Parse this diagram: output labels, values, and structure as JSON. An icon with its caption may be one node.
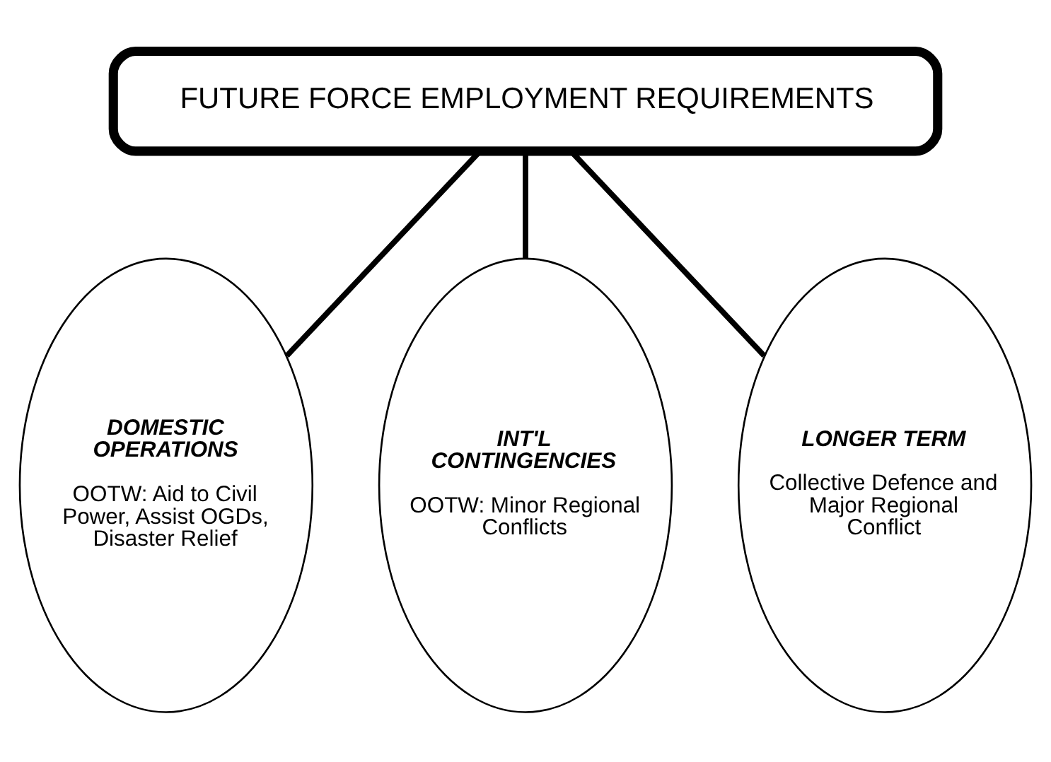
{
  "diagram": {
    "nodes": [
      {
        "text": [
          "FUTURE FORCE EMPLOYMENT REQUIREMENTS"
        ]
      },
      {
        "text": [
          "DOMESTIC OPERATIONS",
          "OOTW: Aid to Civil Power, Assist OGDs, Disaster Relief"
        ]
      },
      {
        "text": [
          "INT'L CONTINGENCIES",
          "OOTW: Minor Regional Conflicts"
        ]
      },
      {
        "text": [
          "LONGER TERM",
          "Collective Defence and Major Regional Conflict"
        ]
      }
    ],
    "edges": [
      {
        "from": 0,
        "to": 1,
        "arrow": "none"
      },
      {
        "from": 0,
        "to": 2,
        "arrow": "none"
      },
      {
        "from": 0,
        "to": 3,
        "arrow": "none"
      }
    ]
  }
}
